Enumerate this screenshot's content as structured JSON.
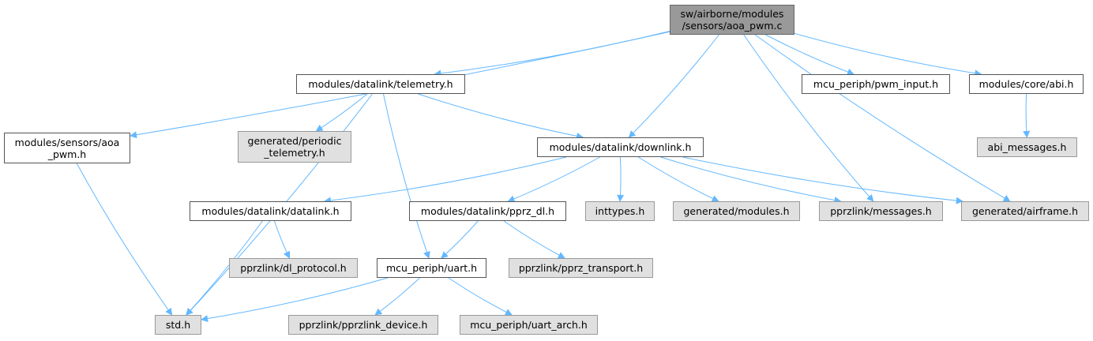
{
  "colors": {
    "edge": "#63b8ff",
    "root_fill": "#999999",
    "documented_fill": "#ffffff",
    "undocumented_fill": "#e0e0e0"
  },
  "nodes": {
    "root": {
      "label": "sw/airborne/modules\n/sensors/aoa_pwm.c",
      "kind": "root"
    },
    "telemetry": {
      "label": "modules/datalink/telemetry.h",
      "kind": "documented"
    },
    "pwm_input": {
      "label": "mcu_periph/pwm_input.h",
      "kind": "documented"
    },
    "abi": {
      "label": "modules/core/abi.h",
      "kind": "documented"
    },
    "aoa_pwm_h": {
      "label": "modules/sensors/aoa\n_pwm.h",
      "kind": "documented"
    },
    "periodic_telemetry": {
      "label": "generated/periodic\n_telemetry.h",
      "kind": "undocumented"
    },
    "downlink": {
      "label": "modules/datalink/downlink.h",
      "kind": "documented"
    },
    "abi_messages": {
      "label": "abi_messages.h",
      "kind": "undocumented"
    },
    "datalink": {
      "label": "modules/datalink/datalink.h",
      "kind": "documented"
    },
    "pprz_dl": {
      "label": "modules/datalink/pprz_dl.h",
      "kind": "documented"
    },
    "inttypes": {
      "label": "inttypes.h",
      "kind": "undocumented"
    },
    "gen_modules": {
      "label": "generated/modules.h",
      "kind": "undocumented"
    },
    "pprzlink_messages": {
      "label": "pprzlink/messages.h",
      "kind": "undocumented"
    },
    "gen_airframe": {
      "label": "generated/airframe.h",
      "kind": "undocumented"
    },
    "dl_protocol": {
      "label": "pprzlink/dl_protocol.h",
      "kind": "undocumented"
    },
    "uart": {
      "label": "mcu_periph/uart.h",
      "kind": "documented"
    },
    "pprz_transport": {
      "label": "pprzlink/pprz_transport.h",
      "kind": "undocumented"
    },
    "std": {
      "label": "std.h",
      "kind": "undocumented"
    },
    "pprzlink_device": {
      "label": "pprzlink/pprzlink_device.h",
      "kind": "undocumented"
    },
    "uart_arch": {
      "label": "mcu_periph/uart_arch.h",
      "kind": "undocumented"
    }
  },
  "edges": [
    [
      "root",
      "aoa_pwm_h"
    ],
    [
      "root",
      "telemetry"
    ],
    [
      "root",
      "downlink"
    ],
    [
      "root",
      "pwm_input"
    ],
    [
      "root",
      "abi"
    ],
    [
      "root",
      "pprzlink_messages"
    ],
    [
      "root",
      "gen_airframe"
    ],
    [
      "telemetry",
      "std"
    ],
    [
      "telemetry",
      "periodic_telemetry"
    ],
    [
      "telemetry",
      "uart"
    ],
    [
      "telemetry",
      "downlink"
    ],
    [
      "abi",
      "abi_messages"
    ],
    [
      "aoa_pwm_h",
      "std"
    ],
    [
      "downlink",
      "datalink"
    ],
    [
      "downlink",
      "pprz_dl"
    ],
    [
      "downlink",
      "inttypes"
    ],
    [
      "downlink",
      "gen_modules"
    ],
    [
      "downlink",
      "pprzlink_messages"
    ],
    [
      "downlink",
      "gen_airframe"
    ],
    [
      "datalink",
      "std"
    ],
    [
      "datalink",
      "dl_protocol"
    ],
    [
      "pprz_dl",
      "uart"
    ],
    [
      "pprz_dl",
      "pprz_transport"
    ],
    [
      "uart",
      "std"
    ],
    [
      "uart",
      "pprzlink_device"
    ],
    [
      "uart",
      "uart_arch"
    ]
  ]
}
